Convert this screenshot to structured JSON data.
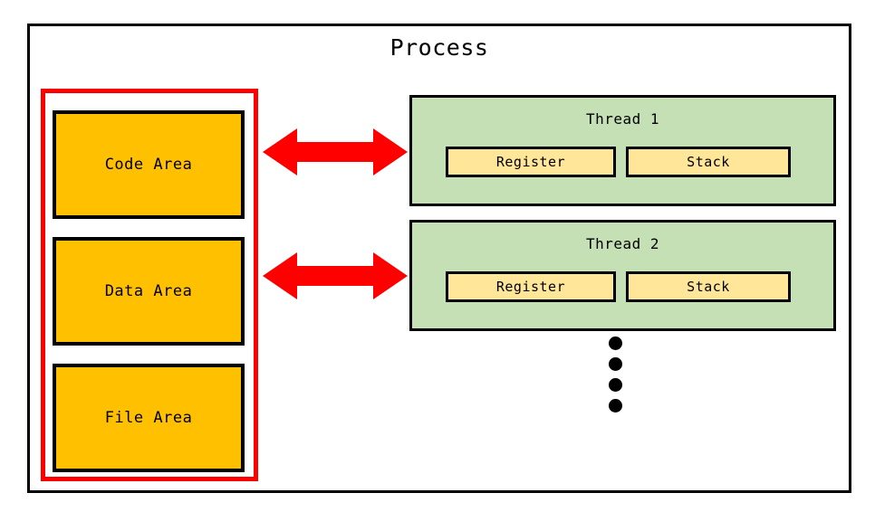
{
  "diagram": {
    "title": "Process",
    "memory_group": {
      "border_color": "#FF0000",
      "areas": [
        {
          "label": "Code Area",
          "fill": "#FFC000"
        },
        {
          "label": "Data Area",
          "fill": "#FFC000"
        },
        {
          "label": "File Area",
          "fill": "#FFC000"
        }
      ]
    },
    "threads": [
      {
        "title": "Thread 1",
        "fill": "#C5E0B4",
        "slots": [
          {
            "label": "Register",
            "fill": "#FFE699"
          },
          {
            "label": "Stack",
            "fill": "#FFE699"
          }
        ]
      },
      {
        "title": "Thread 2",
        "fill": "#C5E0B4",
        "slots": [
          {
            "label": "Register",
            "fill": "#FFE699"
          },
          {
            "label": "Stack",
            "fill": "#FFE699"
          }
        ]
      }
    ],
    "connectors": [
      {
        "name": "double-arrow",
        "color": "#FF0000",
        "from": "Code Area",
        "to": "Thread 1"
      },
      {
        "name": "double-arrow",
        "color": "#FF0000",
        "from": "Data Area",
        "to": "Thread 2"
      }
    ],
    "continuation": {
      "name": "vertical-ellipsis",
      "dot_count": 4,
      "color": "#000000"
    },
    "colors": {
      "outline": "#000000",
      "memory_fill": "#FFC000",
      "thread_fill": "#C5E0B4",
      "slot_fill": "#FFE699",
      "accent_red": "#FF0000",
      "background": "#FFFFFF"
    }
  }
}
